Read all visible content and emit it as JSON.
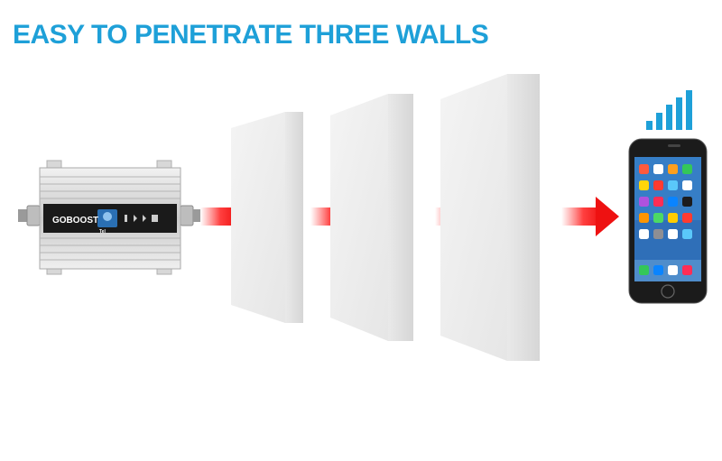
{
  "headline": "EASY TO PENETRATE THREE WALLS",
  "device": {
    "brand": "GOBOOST",
    "screen_badge": "Tel"
  },
  "walls": {
    "count": 3
  },
  "signal_icon": {
    "bars": 5
  },
  "phone": {
    "type": "smartphone"
  },
  "colors": {
    "headline": "#1ea0d8",
    "arrow": "#ee1111",
    "signal": "#1ea0d8",
    "wall_front": "#ededed",
    "wall_side": "#dcdcdc"
  },
  "icons": [
    "signal-booster-icon",
    "arrow-right-icon",
    "signal-bars-icon",
    "smartphone-icon"
  ]
}
